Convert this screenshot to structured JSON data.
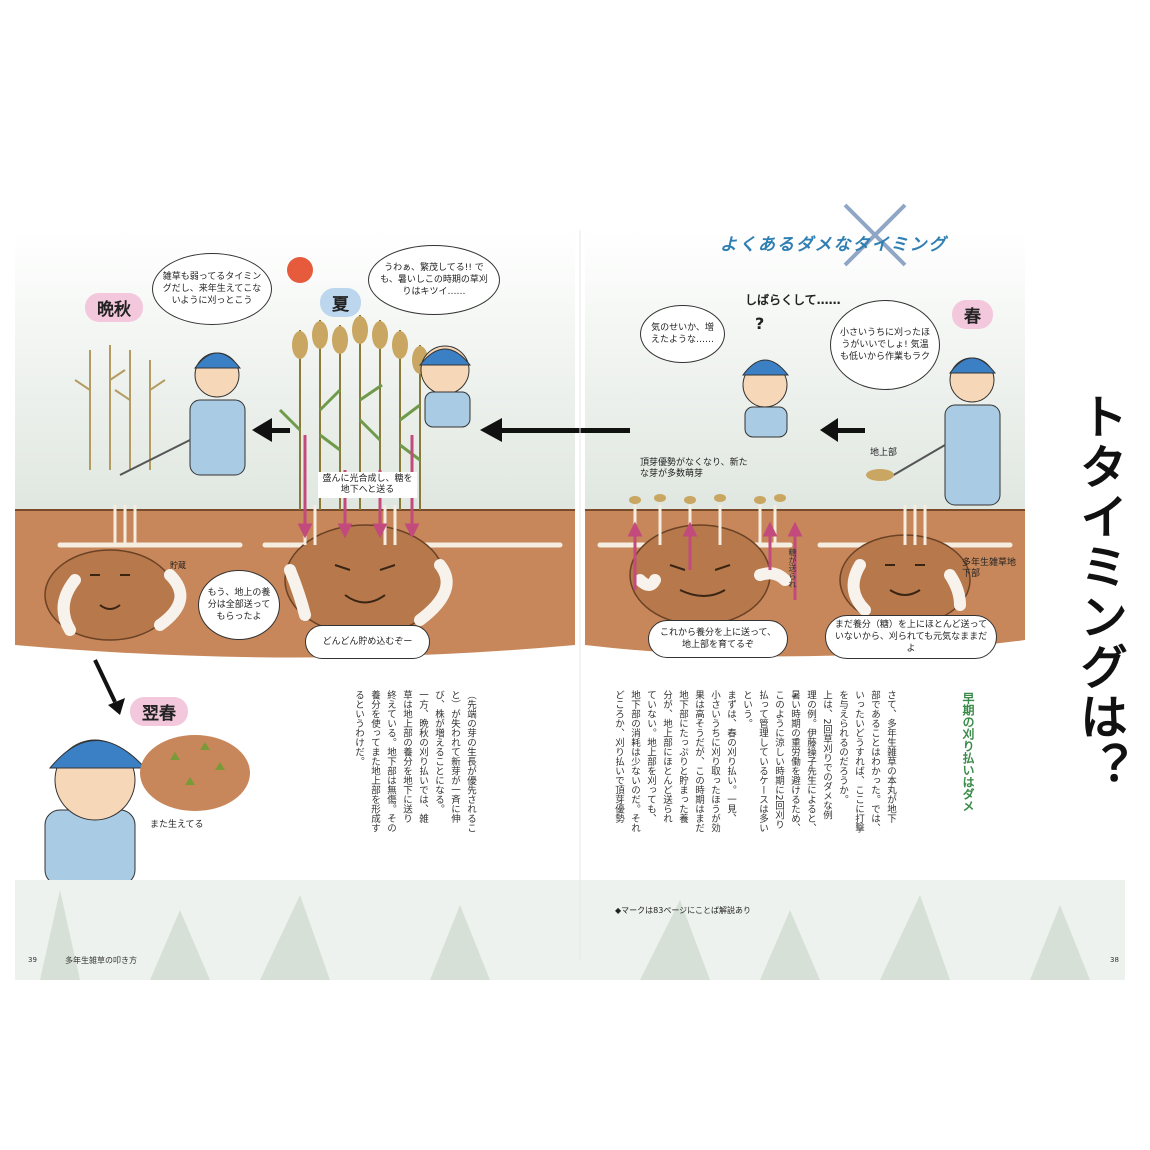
{
  "title": "刈り払い＆除草剤のベストタイミングは？",
  "banner": "よくあるダメなタイミング",
  "seasons": {
    "late_autumn": "晩秋",
    "summer": "夏",
    "spring": "春",
    "next_spring": "翌春"
  },
  "bubbles": {
    "late_autumn_worker": "雑草も弱ってるタイミングだし、来年生えてこないように刈っとこう",
    "summer_worker": "うわぁ、繁茂してる!! でも、暑いしこの時期の草刈りはキツイ……",
    "spring_worker": "小さいうちに刈ったほうがいいでしょ! 気温も低いから作業もラク",
    "later_worker": "気のせいか、増えたような……",
    "root_late_autumn": "もう、地上の養分は全部送ってもらったよ",
    "root_summer": "どんどん貯め込むぞー",
    "root_after_cut": "これから養分を上に送って、地上部を育てるぞ",
    "root_spring": "まだ養分（糖）を上にほとんど送っていないから、刈られても元気なままだよ"
  },
  "labels": {
    "after_while": "しばらくして……",
    "question": "?",
    "photosynthesis": "盛んに光合成し、糖を地下へと送る",
    "sprouting": "頂芽優勢がなくなり、新たな芽が多数萌芽",
    "aboveground": "地上部",
    "perennial_underground": "多年生雑草地下部",
    "sugar_sent": "糖が送られ",
    "storage": "貯蔵",
    "again_growing": "また生えてる"
  },
  "article_heading": "早期の刈り払いはダメ",
  "article_right_cols": [
    "さて、多年生雑草の本丸が地下",
    "部であることはわかった。では、",
    "いったいどうすれば、ここに打撃",
    "を与えられるのだろうか。",
    "上は、2回草刈りでのダメな例",
    "理の例。伊藤操子先生によると、",
    "暑い時期の重労働を避けるため、",
    "このように涼しい時期に2回刈り",
    "払って管理しているケースは多い",
    "という。",
    "まずは、春の刈り払い。一見、",
    "小さいうちに刈り取ったほうが効",
    "果は高そうだが、この時期はまだ",
    "地下部にたっぷりと貯まった養",
    "分が、地上部にほとんど送られ",
    "ていない。地上部を刈っても、",
    "地下部の消耗は少ないのだ。それ",
    "どころか、刈り払いで頂芽優勢"
  ],
  "article_left_cols": [
    "（先端の芽の生長が優先されるこ",
    "と）が失われて新芽が一斉に伸",
    "び、株が増えることになる。",
    "一方、晩秋の刈り払いでは、雑",
    "草は地上部の養分を地下に送り",
    "終えている。地下部は無傷。その",
    "養分を使ってまた地上部を形成す",
    "るというわけだ。"
  ],
  "footnote": "◆マークは83ページにことば解説あり",
  "footer_left": {
    "page": "39",
    "running_title": "多年生雑草の叩き方"
  },
  "footer_right": {
    "page": "38"
  },
  "colors": {
    "soil": "#c8875a",
    "soil_dark": "#9c6236",
    "sky_fade": "#e6ebe6",
    "cap_blue": "#3b7fc4",
    "shirt": "#a9cbe3",
    "pink_label": "#f3c8dc",
    "arrow_pink": "#c24a7c",
    "footer_plants": "#dde6dd"
  }
}
